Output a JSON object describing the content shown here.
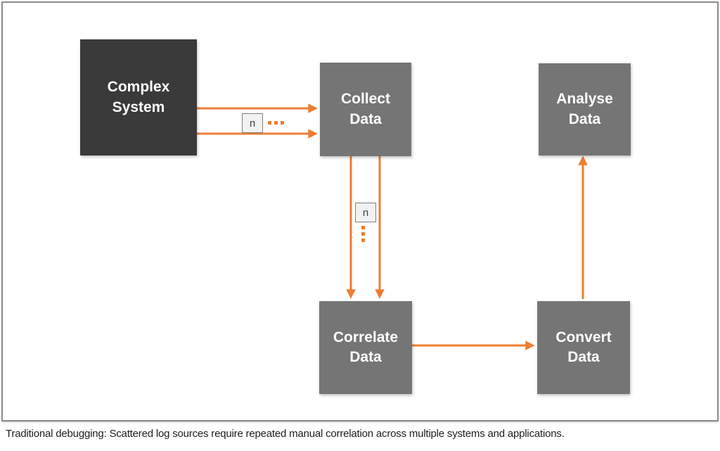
{
  "diagram": {
    "nodes": {
      "complex_system": {
        "label": "Complex\nSystem"
      },
      "collect_data": {
        "label": "Collect\nData"
      },
      "analyse_data": {
        "label": "Analyse\nData"
      },
      "correlate_data": {
        "label": "Correlate\nData"
      },
      "convert_data": {
        "label": "Convert\nData"
      }
    },
    "multiplicity": {
      "horizontal_label": "n",
      "vertical_label": "n"
    },
    "flows": [
      "Complex System -> Collect Data (n parallel sources)",
      "Collect Data -> Correlate Data (n parallel streams)",
      "Correlate Data -> Convert Data",
      "Convert Data -> Analyse Data"
    ]
  },
  "caption": "Traditional debugging: Scattered log sources require repeated manual correlation across multiple systems and applications.",
  "colors": {
    "accent_orange": "#ED7D31",
    "dark_node": "#3A3A3A",
    "gray_node": "#757575",
    "frame_border": "#8C8C8C",
    "badge_fill": "#F2F2F2",
    "badge_border": "#7F7F7F"
  }
}
